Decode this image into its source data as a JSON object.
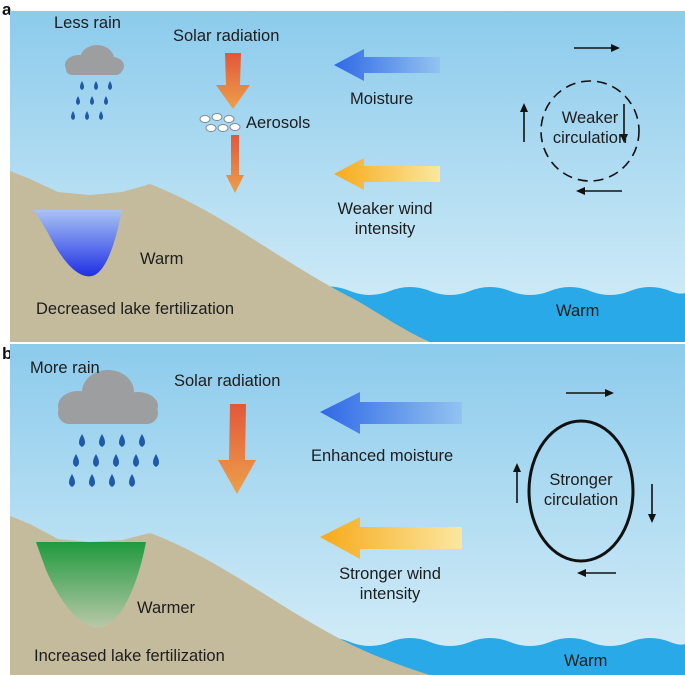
{
  "panels": [
    {
      "letter": "a",
      "rain_label": "Less rain",
      "solar_label": "Solar radiation",
      "aerosols_label": "Aerosols",
      "moisture_label": "Moisture",
      "wind_label_line1": "Weaker wind",
      "wind_label_line2": "intensity",
      "circulation_line1": "Weaker",
      "circulation_line2": "circulation",
      "lake_label": "Warm",
      "ocean_label": "Warm",
      "fertilization_label": "Decreased lake fertilization"
    },
    {
      "letter": "b",
      "rain_label": "More rain",
      "solar_label": "Solar radiation",
      "moisture_label": "Enhanced moisture",
      "wind_label_line1": "Stronger wind",
      "wind_label_line2": "intensity",
      "circulation_line1": "Stronger",
      "circulation_line2": "circulation",
      "lake_label": "Warmer",
      "ocean_label": "Warm",
      "fertilization_label": "Increased lake fertilization"
    }
  ],
  "colors": {
    "sky_top": "#8ccbec",
    "sky_bottom": "#d7eef8",
    "land": "#c4bb9c",
    "ocean": "#29a9e8",
    "lake_warm": "#1f2fe6",
    "lake_warmer": "#1f9a3e",
    "moisture_arrow": "#2f68e6",
    "wind_arrow": "#f5b21f",
    "solar_arrow": "#e0683a",
    "raindrop": "#1f5aa8",
    "cloud": "#9c9ea0"
  }
}
